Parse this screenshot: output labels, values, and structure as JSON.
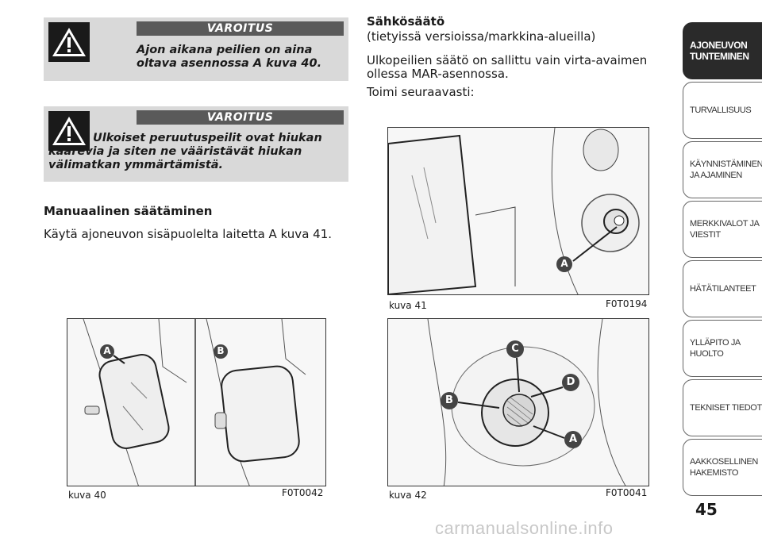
{
  "warnings": [
    {
      "title": "VAROITUS",
      "text": "Ajon aikana peilien on aina oltava asennossa A kuva 40."
    },
    {
      "title": "VAROITUS",
      "text": "Ulkoiset peruutuspeilit ovat hiukan kaarevia ja siten ne vääristävät hiukan välimatkan ymmärtämistä."
    }
  ],
  "left_column": {
    "heading": "Manuaalinen säätäminen",
    "text": "Käytä ajoneuvon sisäpuolelta laitetta A kuva 41."
  },
  "right_column": {
    "heading": "Sähkösäätö",
    "subheading": "(tietyissä versioissa/markkina-alueilla)",
    "text1": "Ulkopeilien säätö on sallittu vain virta-avaimen ollessa MAR-asennossa.",
    "text2": "Toimi seuraavasti:"
  },
  "figures": {
    "fig40": {
      "caption": "kuva 40",
      "code": "F0T0042",
      "labels": [
        "A",
        "B"
      ]
    },
    "fig41": {
      "caption": "kuva 41",
      "code": "F0T0194",
      "labels": [
        "A"
      ]
    },
    "fig42": {
      "caption": "kuva 42",
      "code": "F0T0041",
      "labels": [
        "C",
        "D",
        "B",
        "A"
      ]
    }
  },
  "tabs": [
    {
      "label": "AJONEUVON\nTUNTEMINEN",
      "active": true
    },
    {
      "label": "TURVALLISUUS",
      "active": false
    },
    {
      "label": "KÄYNNISTÄMINEN\nJA AJAMINEN",
      "active": false
    },
    {
      "label": "MERKKIVALOT JA\nVIESTIT",
      "active": false
    },
    {
      "label": "HÄTÄTILANTEET",
      "active": false
    },
    {
      "label": "YLLÄPITO JA HUOLTO",
      "active": false
    },
    {
      "label": "TEKNISET TIEDOT",
      "active": false
    },
    {
      "label": "AAKKOSELLINEN\nHAKEMISTO",
      "active": false
    }
  ],
  "page_number": "45",
  "watermark": "carmanualsonline.info",
  "colors": {
    "warning_bg": "#d9d9d9",
    "warning_bar": "#5a5a5a",
    "active_tab": "#2a2a2a"
  },
  "icons": [
    "warning-triangle-icon"
  ]
}
